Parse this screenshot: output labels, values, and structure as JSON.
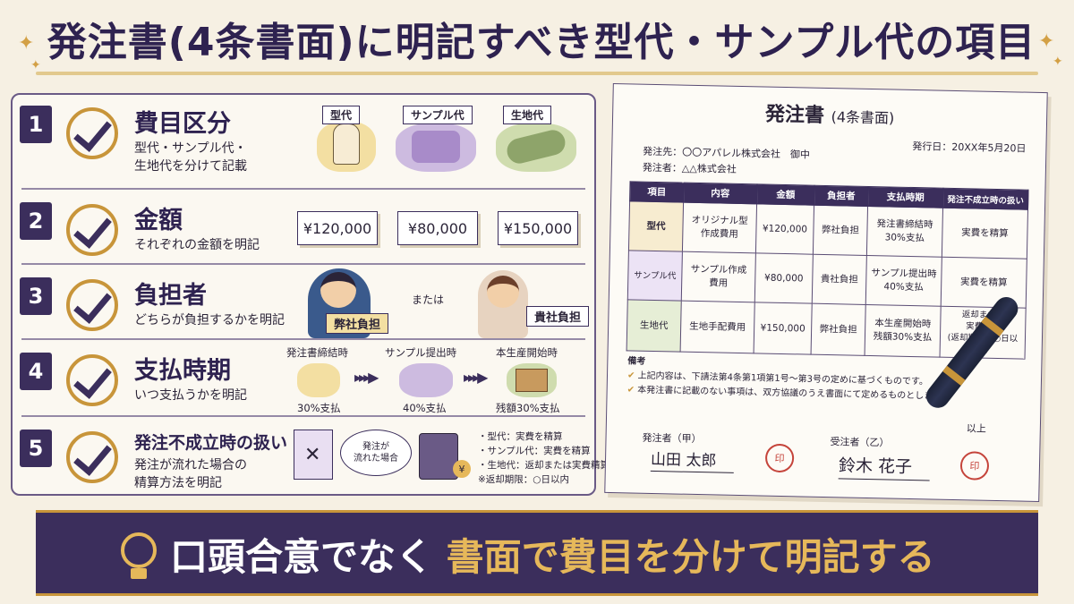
{
  "title": "発注書(4条書面)に明記すべき型代・サンプル代の項目",
  "steps": [
    {
      "num": "1",
      "title": "費目区分",
      "desc1": "型代・サンプル代・",
      "desc2": "生地代を分けて記載",
      "items": [
        "型代",
        "サンプル代",
        "生地代"
      ]
    },
    {
      "num": "2",
      "title": "金額",
      "desc1": "それぞれの金額を明記",
      "prices": [
        "¥120,000",
        "¥80,000",
        "¥150,000"
      ]
    },
    {
      "num": "3",
      "title": "負担者",
      "desc1": "どちらが負担するかを明記",
      "left_label": "弊社負担",
      "or": "または",
      "right_label": "貴社負担"
    },
    {
      "num": "4",
      "title": "支払時期",
      "desc1": "いつ支払うかを明記",
      "stages": [
        {
          "top": "発注書締結時",
          "bottom": "30%支払"
        },
        {
          "top": "サンプル提出時",
          "bottom": "40%支払"
        },
        {
          "top": "本生産開始時",
          "bottom": "残額30%支払"
        }
      ]
    },
    {
      "num": "5",
      "title": "発注不成立時の扱い",
      "desc1": "発注が流れた場合の",
      "desc2": "精算方法を明記",
      "bubble": "発注が\n流れた場合",
      "bullets": [
        "・型代：実費を精算",
        "・サンプル代：実費を精算",
        "・生地代：返却または実費精算",
        "※返却期限：○日以内"
      ]
    }
  ],
  "doc": {
    "title": "発注書",
    "subtitle": "(4条書面)",
    "issue_date": "発行日：20XX年5月20日",
    "to": "発注先：〇〇アパレル株式会社　御中",
    "from": "発注者：△△株式会社",
    "headers": [
      "項目",
      "内容",
      "金額",
      "負担者",
      "支払時期",
      "発注不成立時の扱い"
    ],
    "rows": [
      {
        "item": "型代",
        "content": "オリジナル型\n作成費用",
        "amount": "¥120,000",
        "bearer": "弊社負担",
        "timing": "発注書締結時\n30%支払",
        "fail": "実費を精算"
      },
      {
        "item": "サンプル代",
        "content": "サンプル作成\n費用",
        "amount": "¥80,000",
        "bearer": "貴社負担",
        "timing": "サンプル提出時\n40%支払",
        "fail": "実費を精算"
      },
      {
        "item": "生地代",
        "content": "生地手配費用",
        "amount": "¥150,000",
        "bearer": "弊社負担",
        "timing": "本生産開始時\n残額30%支払",
        "fail": "返却または\n実費精算\n(返却期限：○日以内)"
      }
    ],
    "notes_heading": "備考",
    "notes": [
      "上記内容は、下請法第4条第1項第1号〜第3号の定めに基づくものです。",
      "本発注書に記載のない事項は、双方協議のうえ書面にて定めるものとします。"
    ],
    "ijo": "以上",
    "party_a_label": "発注者（甲）",
    "party_a_name": "山田 太郎",
    "party_b_label": "受注者（乙）",
    "party_b_name": "鈴木 花子",
    "seal": "印"
  },
  "banner": {
    "part1": "口頭合意でなく",
    "part2": "書面で費目を分けて明記する"
  },
  "colors": {
    "accent": "#3b2e5c",
    "gold": "#c8953a",
    "background": "#f6f0e3"
  }
}
